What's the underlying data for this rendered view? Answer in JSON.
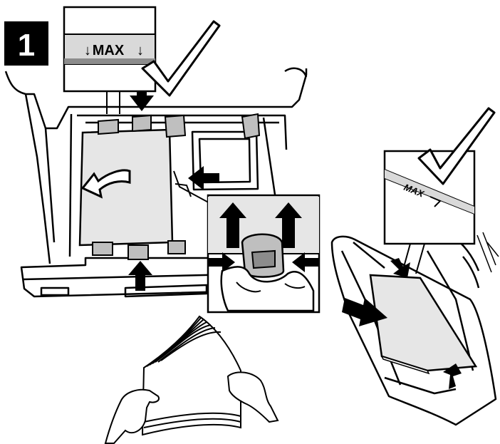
{
  "step": {
    "number": "1"
  },
  "max_fill_label": {
    "text": "MAX",
    "arrow_left": "↓",
    "arrow_right": "↓"
  },
  "bypass_max_label": {
    "text": "MAX"
  },
  "colors": {
    "ink": "#000000",
    "paper_gray": "#e6e6e6",
    "tray_gray": "#d9d9d9",
    "max_band": "#8c8c8c",
    "background": "#ffffff"
  },
  "icons": [
    "check-mark-icon",
    "arrow-icon"
  ]
}
